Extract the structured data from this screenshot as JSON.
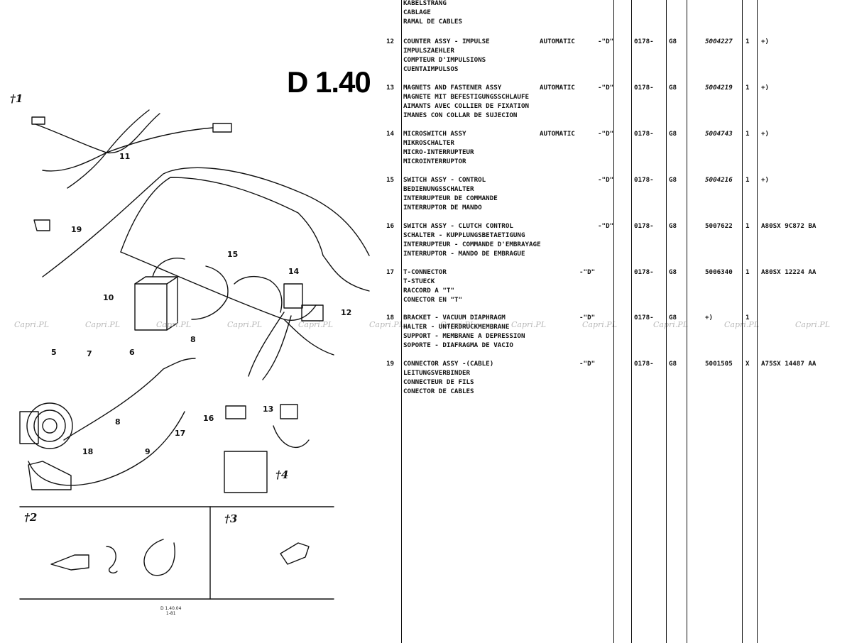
{
  "diagram": {
    "title": "D 1.40",
    "figure_marks": [
      "†1",
      "†2",
      "†3",
      "†4"
    ],
    "callouts": [
      "5",
      "6",
      "7",
      "8",
      "8",
      "9",
      "10",
      "11",
      "12",
      "13",
      "14",
      "15",
      "16",
      "17",
      "18",
      "19"
    ],
    "plate_code": "D 1.40.04",
    "plate_sub": "1-81"
  },
  "watermark": "Capri.PL",
  "table": {
    "header_lines": [
      "KABELSTRANG",
      "CABLAGE",
      "RAMAL DE CABLES"
    ],
    "rows": [
      {
        "item": "12",
        "lines": [
          "COUNTER ASSY - IMPULSE",
          "IMPULSZAEHLER",
          "COMPTEUR D'IMPULSIONS",
          "CUENTAIMPULSOS"
        ],
        "condition": "AUTOMATIC",
        "model": "-\"D\"",
        "date": "0178-",
        "code": "G8",
        "part_no": "5004227",
        "qty": "1",
        "ref": "+)"
      },
      {
        "item": "13",
        "lines": [
          "MAGNETS AND FASTENER ASSY",
          "MAGNETE MIT BEFESTIGUNGSSCHLAUFE",
          "AIMANTS AVEC COLLIER DE FIXATION",
          "IMANES CON COLLAR DE SUJECION"
        ],
        "condition": "AUTOMATIC",
        "model": "-\"D\"",
        "date": "0178-",
        "code": "G8",
        "part_no": "5004219",
        "qty": "1",
        "ref": "+)"
      },
      {
        "item": "14",
        "lines": [
          "MICROSWITCH ASSY",
          "MIKROSCHALTER",
          "MICRO-INTERRUPTEUR",
          "MICROINTERRUPTOR"
        ],
        "condition": "AUTOMATIC",
        "model": "-\"D\"",
        "date": "0178-",
        "code": "G8",
        "part_no": "5004743",
        "qty": "1",
        "ref": "+)"
      },
      {
        "item": "15",
        "lines": [
          "SWITCH ASSY - CONTROL",
          "BEDIENUNGSSCHALTER",
          "INTERRUPTEUR DE COMMANDE",
          "INTERRUPTOR DE MANDO"
        ],
        "condition": "",
        "model": "-\"D\"",
        "date": "0178-",
        "code": "G8",
        "part_no": "5004216",
        "qty": "1",
        "ref": "+)"
      },
      {
        "item": "16",
        "lines": [
          "SWITCH ASSY - CLUTCH CONTROL",
          "SCHALTER - KUPPLUNGSBETAETIGUNG",
          "INTERRUPTEUR - COMMANDE D'EMBRAYAGE",
          "INTERRUPTOR - MANDO DE EMBRAGUE"
        ],
        "condition": "",
        "model": "-\"D\"",
        "date": "0178-",
        "code": "G8",
        "part_no": "5007622",
        "qty": "1",
        "ref": "A80SX 9C872 BA"
      },
      {
        "item": "17",
        "lines": [
          "T-CONNECTOR",
          "T-STUECK",
          "RACCORD A \"T\"",
          "CONECTOR EN \"T\""
        ],
        "condition": "-\"D\"",
        "model": "",
        "date": "0178-",
        "code": "G8",
        "part_no": "5006340",
        "qty": "1",
        "ref": "A80SX 12224 AA"
      },
      {
        "item": "18",
        "lines": [
          "BRACKET - VACUUM DIAPHRAGM",
          "HALTER - UNTERDRUCKMEMBRANE",
          "SUPPORT - MEMBRANE A DEPRESSION",
          "SOPORTE - DIAFRAGMA DE VACIO"
        ],
        "condition": "-\"D\"",
        "model": "",
        "date": "0178-",
        "code": "G8",
        "part_no": "+)",
        "qty": "1",
        "ref": ""
      },
      {
        "item": "19",
        "lines": [
          "CONNECTOR ASSY -(CABLE)",
          "LEITUNGSVERBINDER",
          "CONNECTEUR DE FILS",
          "CONECTOR DE CABLES"
        ],
        "condition": "-\"D\"",
        "model": "",
        "date": "0178-",
        "code": "G8",
        "part_no": "5001505",
        "qty": "X",
        "ref": "A75SX 14487 AA"
      }
    ]
  }
}
